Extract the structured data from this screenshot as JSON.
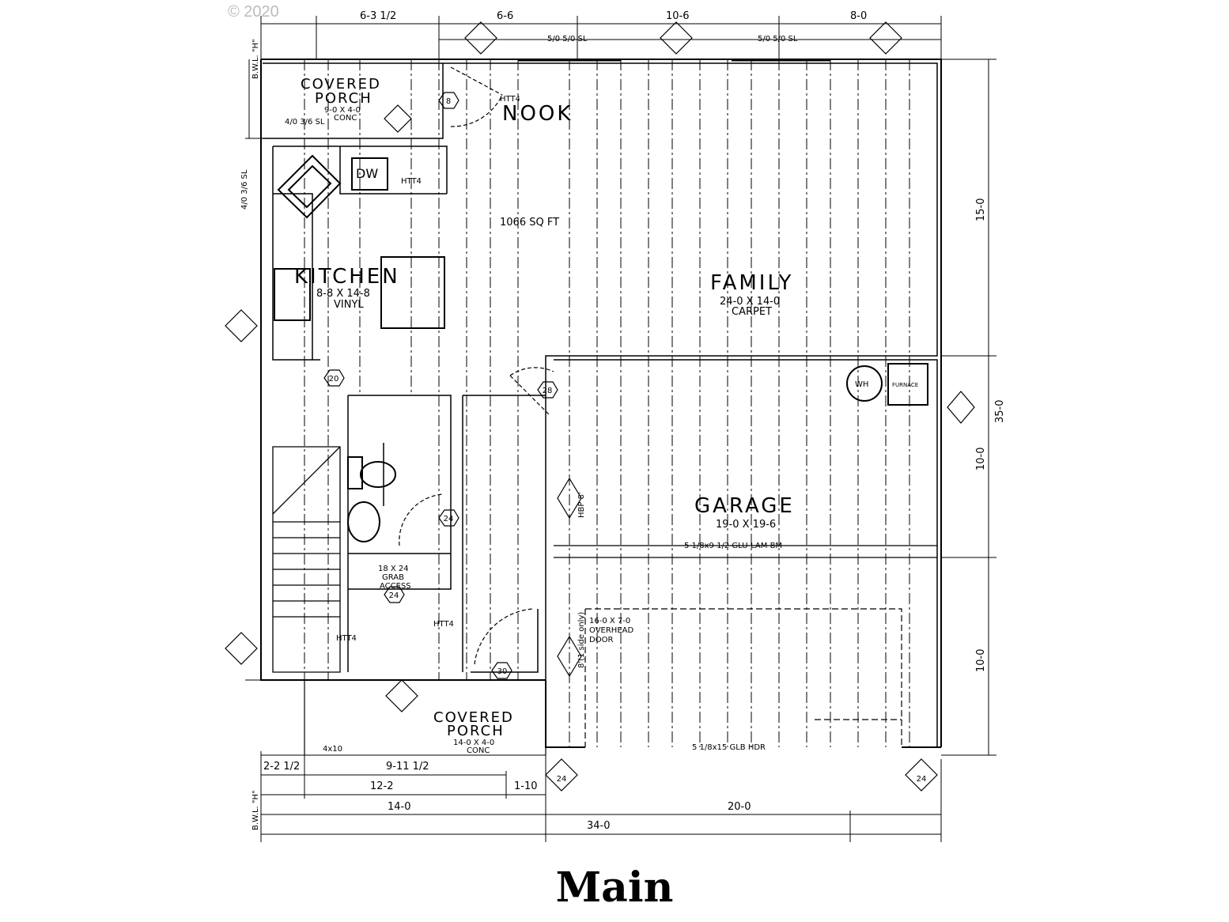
{
  "caption": "Main",
  "copyright": "© 2020",
  "rooms": {
    "nook": "NOOK",
    "family": "FAMILY",
    "family_size": "24-0 X 14-0",
    "family_floor": "CARPET",
    "kitchen": "KITCHEN",
    "kitchen_size": "8-8 X 14-8",
    "kitchen_floor": "VINYL",
    "garage": "GARAGE",
    "garage_size": "19-0 X 19-6",
    "porch_top": "COVERED",
    "porch_top_2": "PORCH",
    "porch_top_size": "9-0 X 4-0",
    "porch_top_mat": "CONC",
    "porch_bottom": "COVERED",
    "porch_bottom_2": "PORCH",
    "porch_bottom_size": "14-0 X 4-0",
    "porch_bottom_mat": "CONC"
  },
  "notes": {
    "area": "1066 SQ FT",
    "dw": "DW",
    "htt4": "HTT4",
    "wh": "WH",
    "furnace": "FURNACE",
    "glulam": "5 1/8x9 1/2 GLU-LAM BM",
    "glb": "5 1/8x15 GLB HDR",
    "overhead_1": "16-0 X 7-0",
    "overhead_2": "OVERHEAD",
    "overhead_3": "DOOR",
    "hbp_8": "HBP 8'",
    "one_side": "8'(1 side only)",
    "grab": "18 X 24",
    "grab_2": "GRAB",
    "grab_3": "ACCESS",
    "bwl": "B.W.L. \"H\"",
    "win_top_1": "5/0 5/0 SL",
    "win_top_2": "5/0 5/0 SL",
    "win_porch": "4/0 3/6 SL",
    "win_kitchen": "4/0 3/6 SL",
    "win_door": "4x10"
  },
  "dims_top": [
    "6-3 1/2",
    "6-6",
    "10-6",
    "8-0"
  ],
  "dims_right": [
    "15-0",
    "35-0",
    "10-0",
    "10-0"
  ],
  "dims_bottom": {
    "d1": "2-2 1/2",
    "d2": "9-11 1/2",
    "d3": "12-2",
    "d4": "1-10",
    "d5": "14-0",
    "d6": "20-0",
    "d7": "34-0"
  },
  "tags": {
    "a": "8",
    "b": "24",
    "c": "20",
    "d": "28",
    "e": "30",
    "f": "24",
    "g": "24",
    "g2": "24"
  }
}
